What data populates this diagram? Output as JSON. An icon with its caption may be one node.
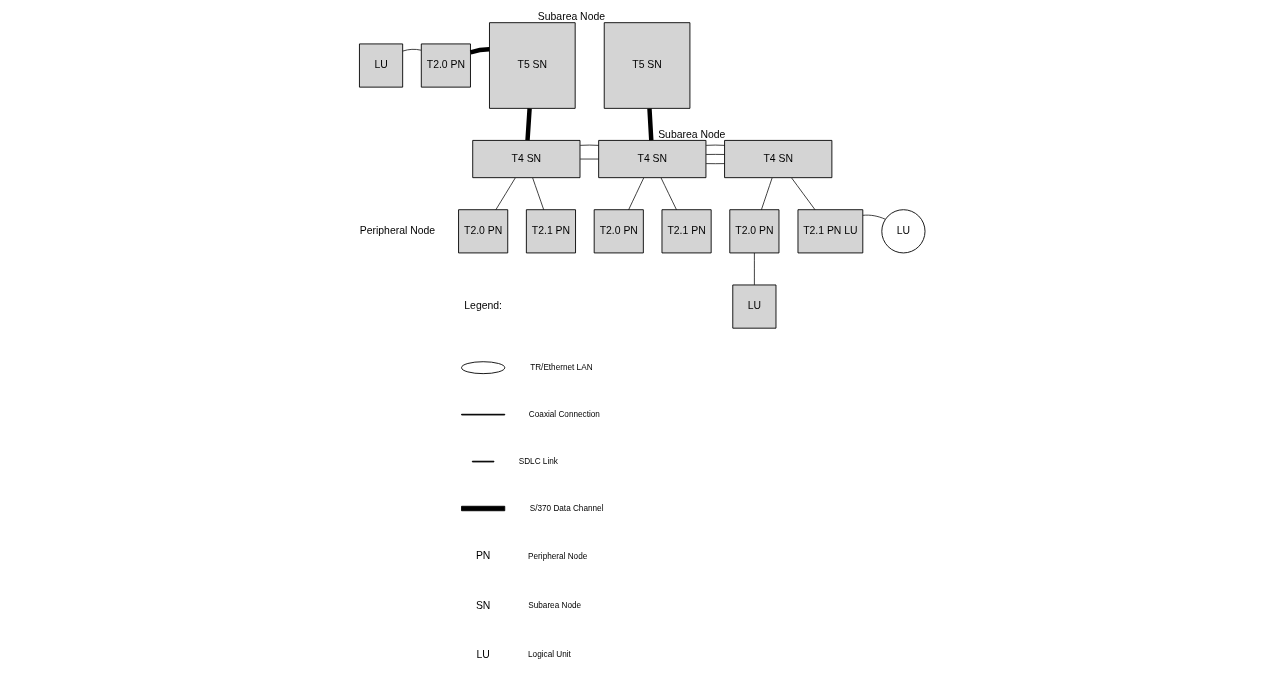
{
  "diagram": {
    "nodes": [
      {
        "text": [
          "LU"
        ]
      },
      {
        "text": [
          "T2.0 PN"
        ]
      },
      {
        "text": [
          "T5 SN"
        ]
      },
      {
        "text": [
          "T5 SN"
        ],
        "beside": [
          "Subarea Node"
        ]
      },
      {
        "text": [
          "T4 SN"
        ]
      },
      {
        "text": [
          "T4 SN"
        ]
      },
      {
        "text": [
          "T4 SN"
        ],
        "beside": [
          "Subarea Node"
        ]
      },
      {
        "text": [
          "T2.0 PN"
        ]
      },
      {
        "text": [
          "T2.1 PN"
        ]
      },
      {
        "text": [
          "T2.0 PN"
        ]
      },
      {
        "text": [
          "T2.1 PN"
        ]
      },
      {
        "text": [
          "T2.0 PN"
        ]
      },
      {
        "text": [
          "T2.1 PN LU"
        ]
      },
      {
        "text": [
          "LU"
        ]
      },
      {
        "text": [
          "LU"
        ]
      }
    ],
    "edges": [
      {
        "from": 0,
        "to": 1,
        "arrow": "none"
      },
      {
        "from": 1,
        "to": 2,
        "arrow": "none",
        "style": "thick"
      },
      {
        "from": 2,
        "to": 4,
        "arrow": "none",
        "style": "thick"
      },
      {
        "from": 3,
        "to": 5,
        "arrow": "none",
        "style": "thick"
      },
      {
        "from": 4,
        "to": 5,
        "arrow": "none"
      },
      {
        "from": 4,
        "to": 5,
        "arrow": "none"
      },
      {
        "from": 5,
        "to": 6,
        "arrow": "none"
      },
      {
        "from": 5,
        "to": 6,
        "arrow": "none"
      },
      {
        "from": 5,
        "to": 6,
        "arrow": "none"
      },
      {
        "from": 4,
        "to": 7,
        "arrow": "none"
      },
      {
        "from": 4,
        "to": 8,
        "arrow": "none"
      },
      {
        "from": 5,
        "to": 9,
        "arrow": "none"
      },
      {
        "from": 5,
        "to": 10,
        "arrow": "none"
      },
      {
        "from": 6,
        "to": 11,
        "arrow": "none"
      },
      {
        "from": 6,
        "to": 12,
        "arrow": "none"
      },
      {
        "from": 12,
        "to": 13,
        "arrow": "none"
      },
      {
        "from": 11,
        "to": 14,
        "arrow": "none"
      }
    ],
    "labels": [
      "Peripheral Node",
      "Legend:",
      "PN",
      "Peripheral Node",
      "SN",
      "Subarea Node",
      "LU",
      "Logical Unit"
    ],
    "legend": [
      {
        "text": "TR/Ethernet LAN"
      },
      {
        "text": "Coaxial Connection"
      },
      {
        "text": "SDLC Link"
      },
      {
        "text": "S/370 Data Channel"
      }
    ]
  }
}
